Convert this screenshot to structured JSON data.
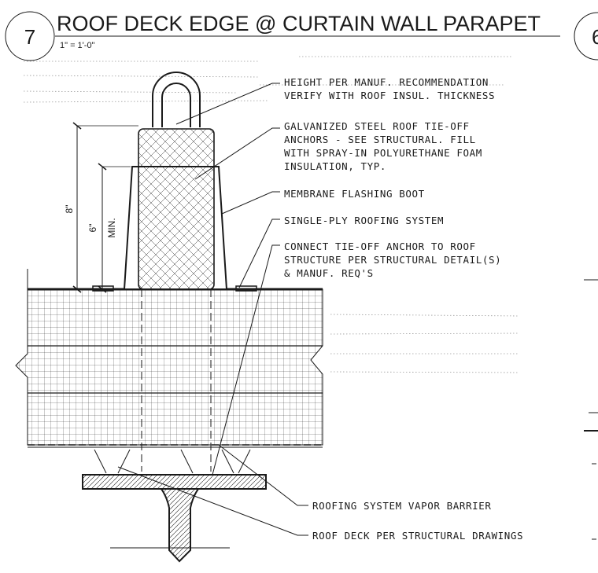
{
  "detail": {
    "number": "7",
    "title": "ROOF DECK EDGE @ CURTAIN WALL PARAPET",
    "scale": "1\" = 1'-0\"",
    "adjacent_number": "6"
  },
  "dimensions": {
    "overall": "8\"",
    "minimum": "6\"",
    "minimum_note": "MIN."
  },
  "notes": [
    {
      "lines": [
        "HEIGHT PER MANUF. RECOMMENDATION",
        "VERIFY WITH ROOF INSUL. THICKNESS"
      ]
    },
    {
      "lines": [
        "GALVANIZED STEEL ROOF TIE-OFF",
        "ANCHORS - SEE STRUCTURAL. FILL",
        "WITH SPRAY-IN POLYURETHANE FOAM",
        "INSULATION, TYP."
      ]
    },
    {
      "lines": [
        "MEMBRANE FLASHING BOOT"
      ]
    },
    {
      "lines": [
        "SINGLE-PLY ROOFING SYSTEM"
      ]
    },
    {
      "lines": [
        "CONNECT TIE-OFF ANCHOR TO ROOF",
        "STRUCTURE PER STRUCTURAL DETAIL(S)",
        "& MANUF. REQ'S"
      ]
    },
    {
      "lines": [
        "ROOFING SYSTEM VAPOR BARRIER"
      ]
    },
    {
      "lines": [
        "ROOF DECK PER STRUCTURAL DRAWINGS"
      ]
    }
  ],
  "colors": {
    "ink": "#1a1a1a",
    "faint": "#9a9a9a"
  }
}
